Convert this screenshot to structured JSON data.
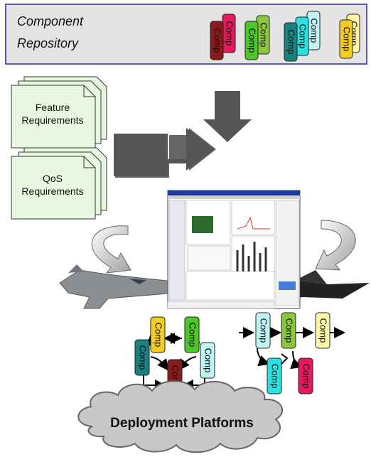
{
  "repository": {
    "line1": "Component",
    "line2": "Repository"
  },
  "requirements": {
    "feature_line1": "Feature",
    "feature_line2": "Requirements",
    "qos_line1": "QoS",
    "qos_line2": "Requirements"
  },
  "component_label": "Comp",
  "deployment": {
    "label": "Deployment Platforms"
  },
  "colors": {
    "repo_border": "#5a5ab4",
    "repo_fill": "#e4e4e4",
    "doc_fill": "#e8f8e0",
    "arrow_fill": "#555555",
    "cloud_fill": "#c8c8c8",
    "comp_maroon": "#8b1a1a",
    "comp_magenta": "#e6195a",
    "comp_green": "#4cc72a",
    "comp_lime": "#8cc63c",
    "comp_teal": "#1a8080",
    "comp_cyan": "#2be0e0",
    "comp_lightcyan": "#bff5f5",
    "comp_yellow": "#f5cc22",
    "comp_lightyellow": "#fff7aa"
  }
}
